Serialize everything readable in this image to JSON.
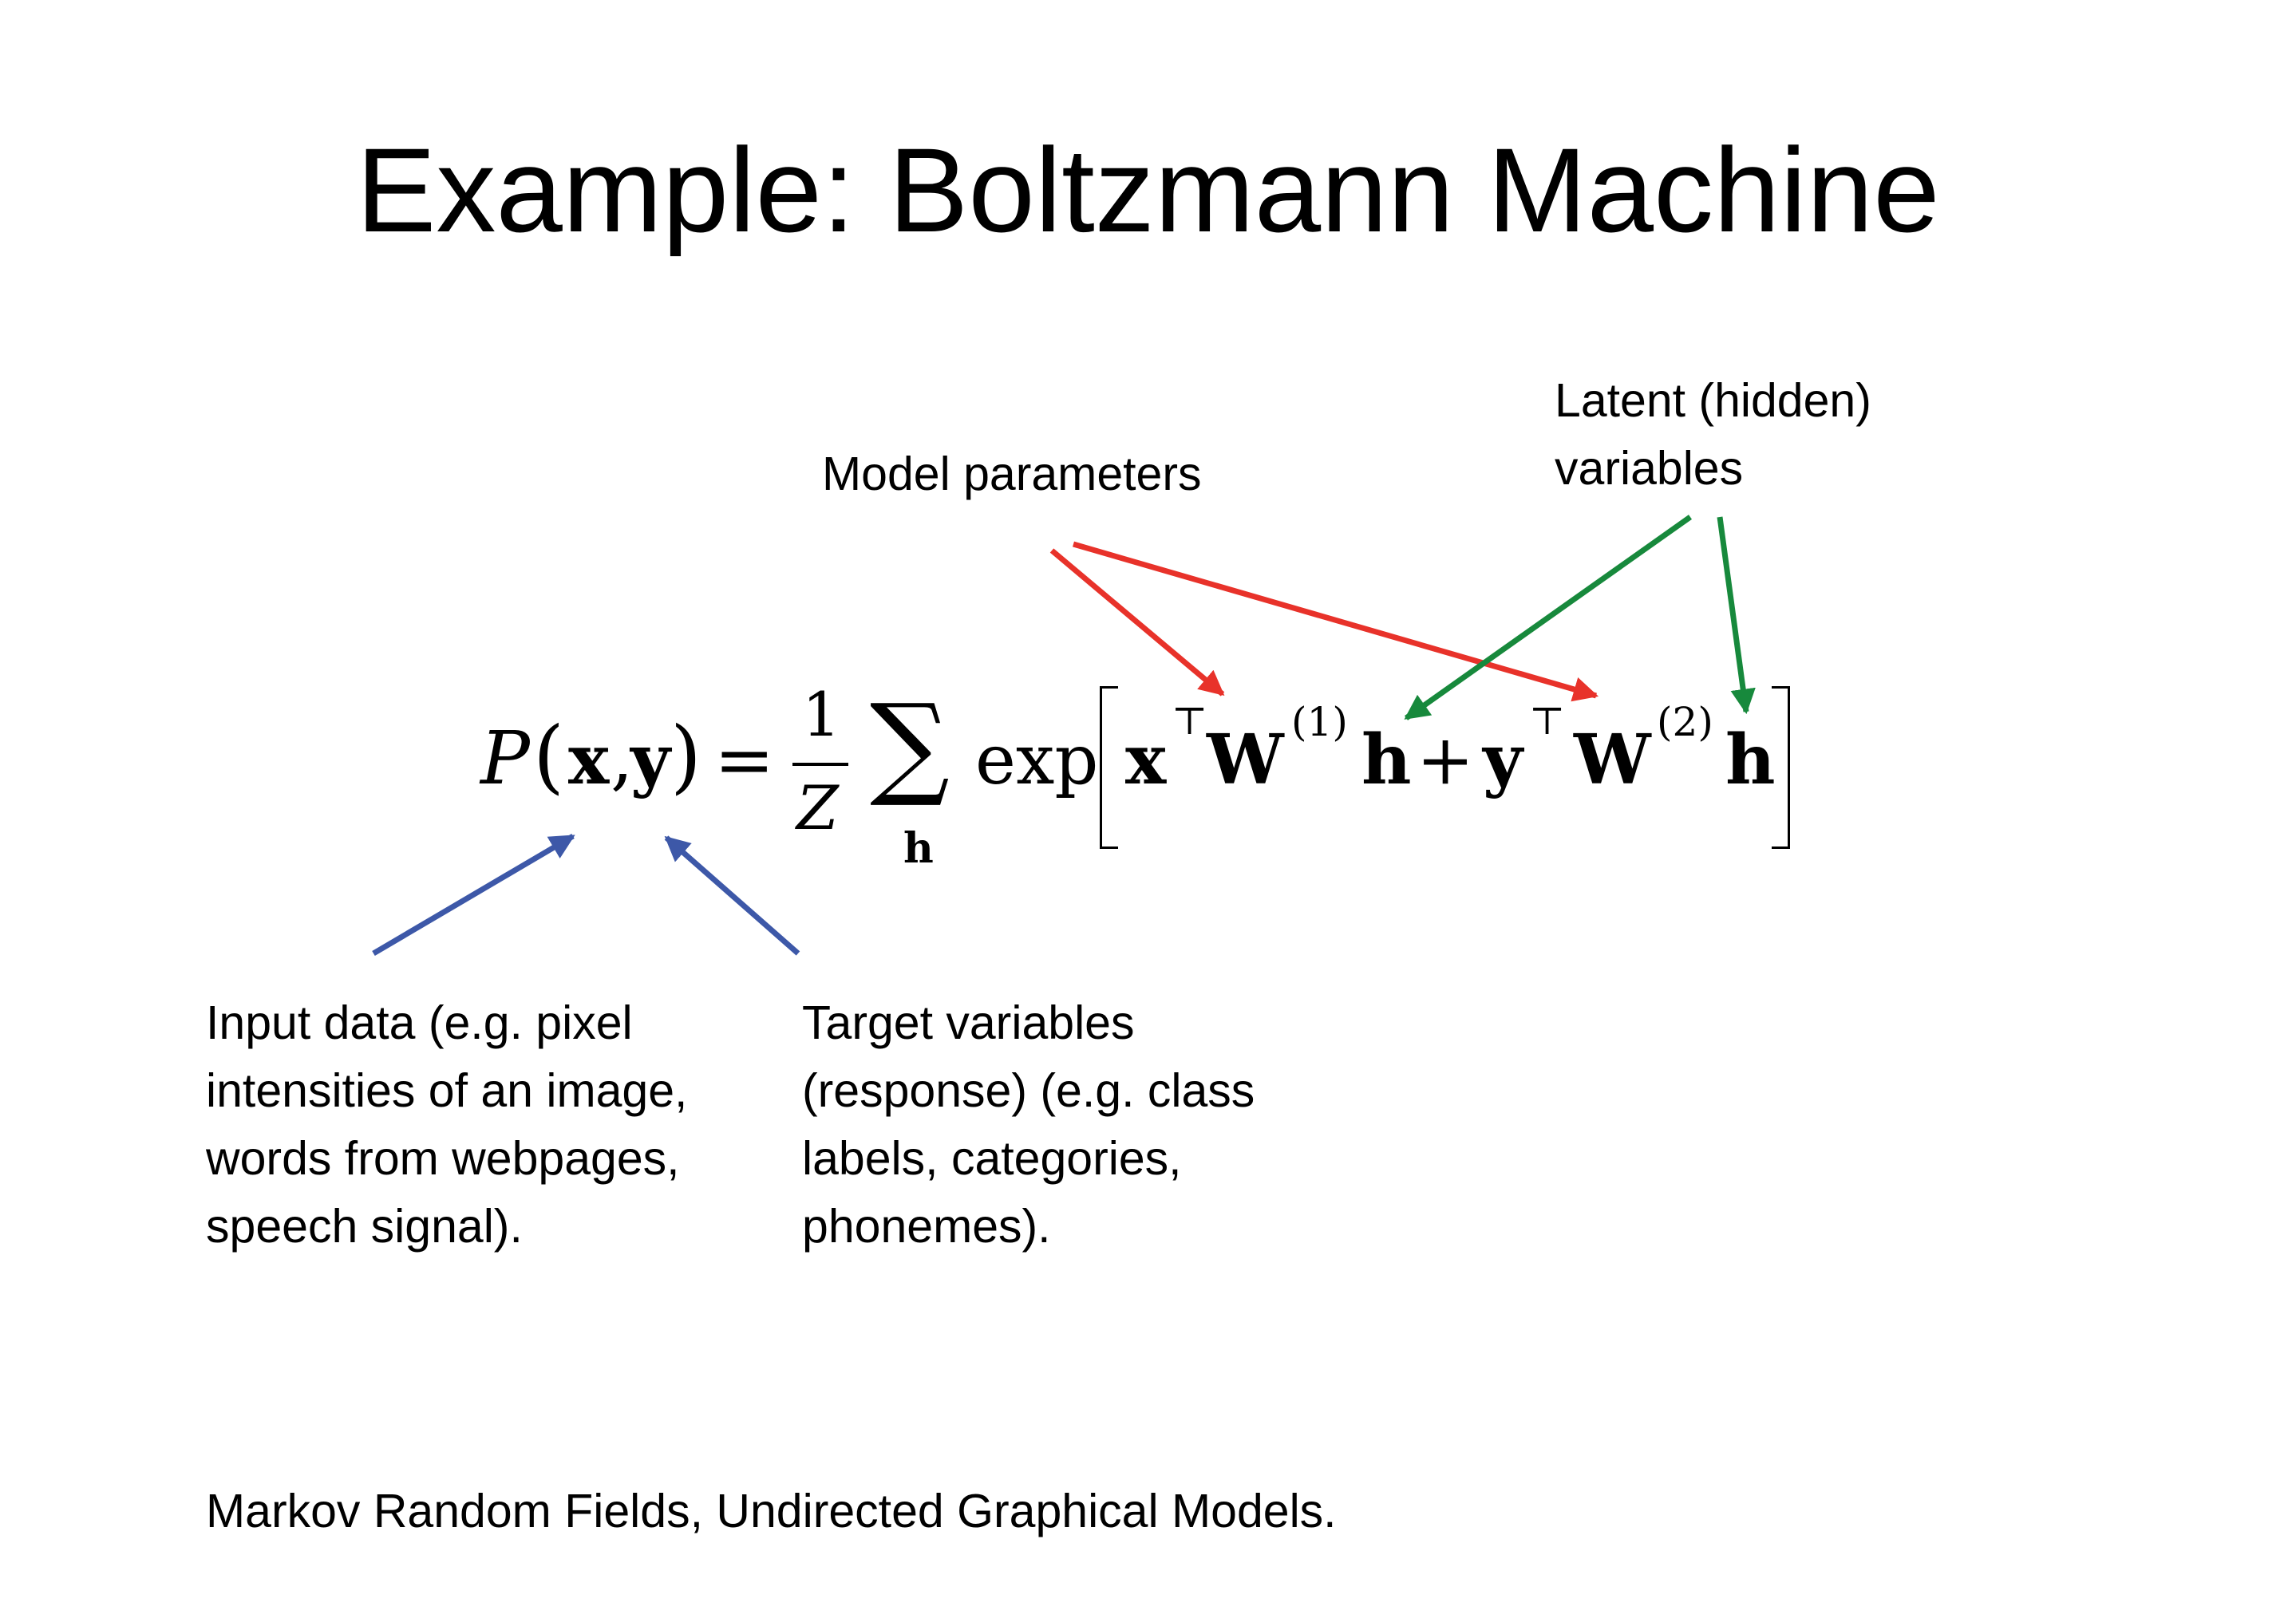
{
  "slide": {
    "title": "Example: Boltzmann Machine",
    "footer": "Markov Random Fields, Undirected Graphical Models."
  },
  "annotations": {
    "model_parameters": "Model parameters",
    "latent_variables": [
      "Latent (hidden)",
      "variables"
    ],
    "input_data": [
      "Input data (e.g. pixel",
      "intensities of an image,",
      "words from webpages,",
      "speech signal)."
    ],
    "target_variables": [
      "Target variables",
      "(response) (e.g. class",
      "labels, categories,",
      "phonemes)."
    ]
  },
  "equation": {
    "P": "P",
    "open_paren": "(",
    "x": "x",
    "comma": ",",
    "y": "y",
    "close_paren": ")",
    "equals": "=",
    "numerator": "1",
    "denominator": "Z",
    "sum": "∑",
    "sum_index": "h",
    "exp": "exp",
    "x2": "x",
    "transpose1": "⊤",
    "W1": "W",
    "sup1": "(1)",
    "h1": "h",
    "plus": "+",
    "y2": "y",
    "transpose2": "⊤",
    "W2": "W",
    "sup2": "(2)",
    "h2": "h"
  },
  "colors": {
    "model_parameters_arrows": "#e8322a",
    "latent_arrows": "#17893c",
    "input_target_arrows": "#3d58a8",
    "text": "#000000",
    "background": "#ffffff"
  }
}
